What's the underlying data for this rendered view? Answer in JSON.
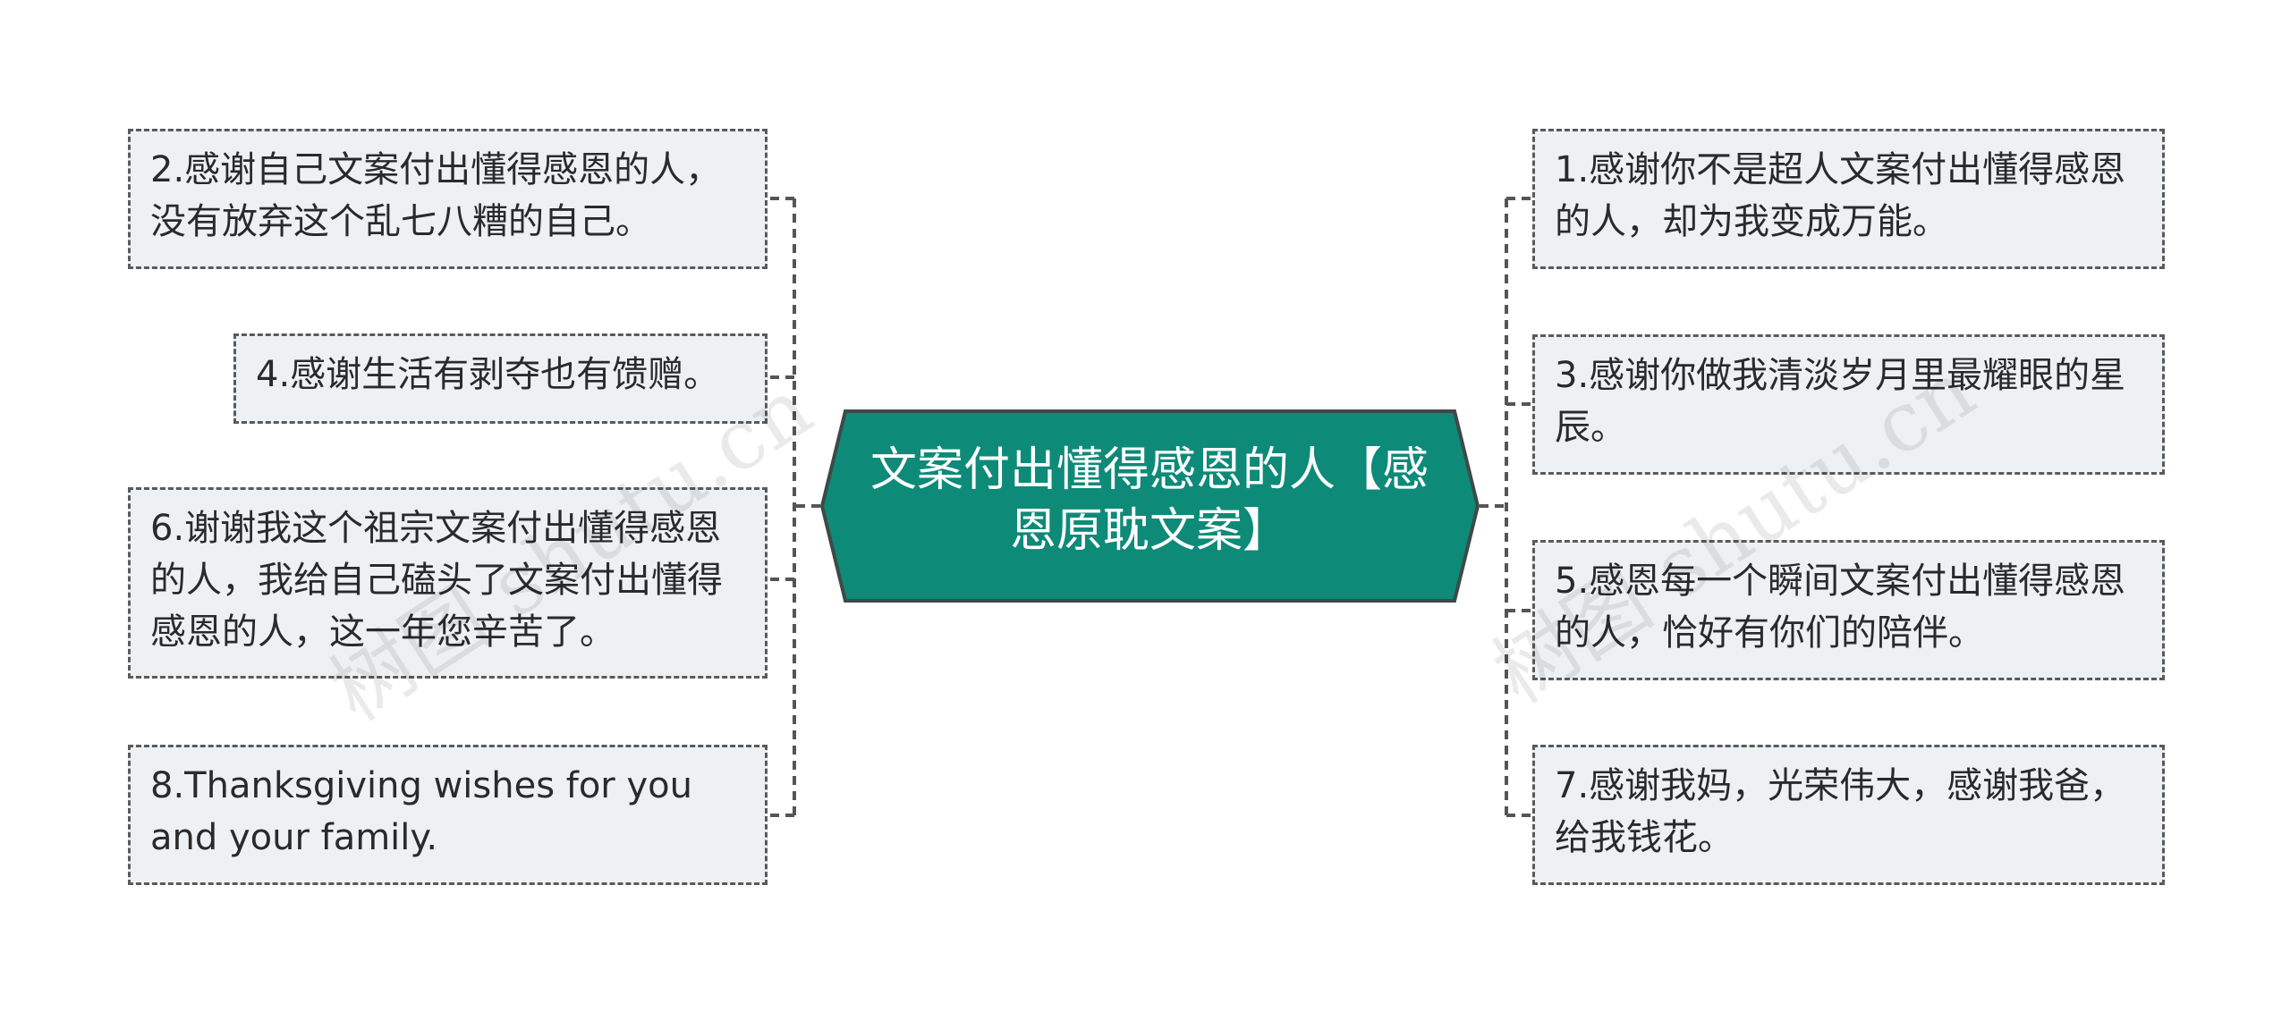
{
  "diagram": {
    "type": "mind-map",
    "center": {
      "title": "文案付出懂得感恩的人【感恩原耽文案】",
      "fill_color": "#0e8a78",
      "border_color": "#3d4a47"
    },
    "branches_left": [
      {
        "id": "node-2",
        "text": "2.感谢自己文案付出懂得感恩的人，没有放弃这个乱七八糟的自己。"
      },
      {
        "id": "node-4",
        "text": "4.感谢生活有剥夺也有馈赠。"
      },
      {
        "id": "node-6",
        "text": "6.谢谢我这个祖宗文案付出懂得感恩的人，我给自己磕头了文案付出懂得感恩的人，这一年您辛苦了。"
      },
      {
        "id": "node-8",
        "text": "8.Thanksgiving wishes for you and your family."
      }
    ],
    "branches_right": [
      {
        "id": "node-1",
        "text": "1.感谢你不是超人文案付出懂得感恩的人，却为我变成万能。"
      },
      {
        "id": "node-3",
        "text": "3.感谢你做我清淡岁月里最耀眼的星辰。"
      },
      {
        "id": "node-5",
        "text": "5.感恩每一个瞬间文案付出懂得感恩的人，恰好有你们的陪伴。"
      },
      {
        "id": "node-7",
        "text": "7.感谢我妈，光荣伟大，感谢我爸，给我钱花。"
      }
    ],
    "node_fill_color": "#eef1f4",
    "connector_color": "#555555"
  },
  "watermark": {
    "left": "树图 shutu.cn",
    "right": "树图 shutu.cn"
  }
}
